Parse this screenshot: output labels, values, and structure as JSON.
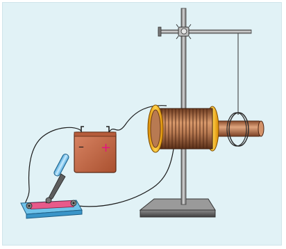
{
  "figure": {
    "battery": {
      "negative_sign": "–",
      "positive_sign": "+"
    },
    "colors": {
      "background": "#e1f2f6",
      "battery_body": "#c8694a",
      "coil_copper": "#b87a52",
      "bobbin_flange": "#f2b21b",
      "switch_base": "#6fc3ea",
      "switch_plate": "#e85a8a",
      "wire": "#1a1a1a",
      "positive_sign": "#e5127f"
    },
    "components": [
      "battery",
      "switch",
      "solenoid-coil",
      "iron-core",
      "retort-stand",
      "suspended-ring"
    ]
  }
}
